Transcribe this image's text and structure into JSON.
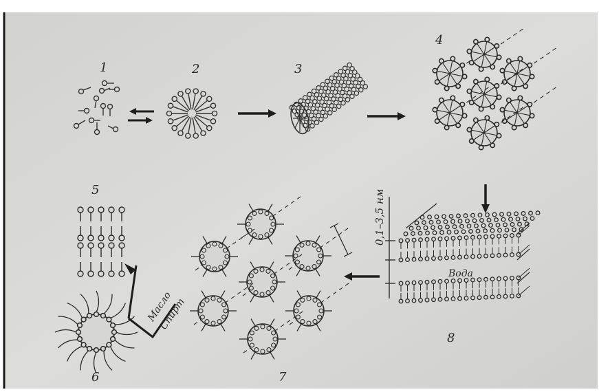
{
  "figure": {
    "panels": [
      {
        "number": "1"
      },
      {
        "number": "2"
      },
      {
        "number": "3"
      },
      {
        "number": "4"
      },
      {
        "number": "5"
      },
      {
        "number": "6"
      },
      {
        "number": "7"
      },
      {
        "number": "8"
      }
    ],
    "thickness_label": "0,1–3,5 нм",
    "water_label": "Вода",
    "solvent_labels": [
      "Масло",
      "Спирт"
    ]
  }
}
